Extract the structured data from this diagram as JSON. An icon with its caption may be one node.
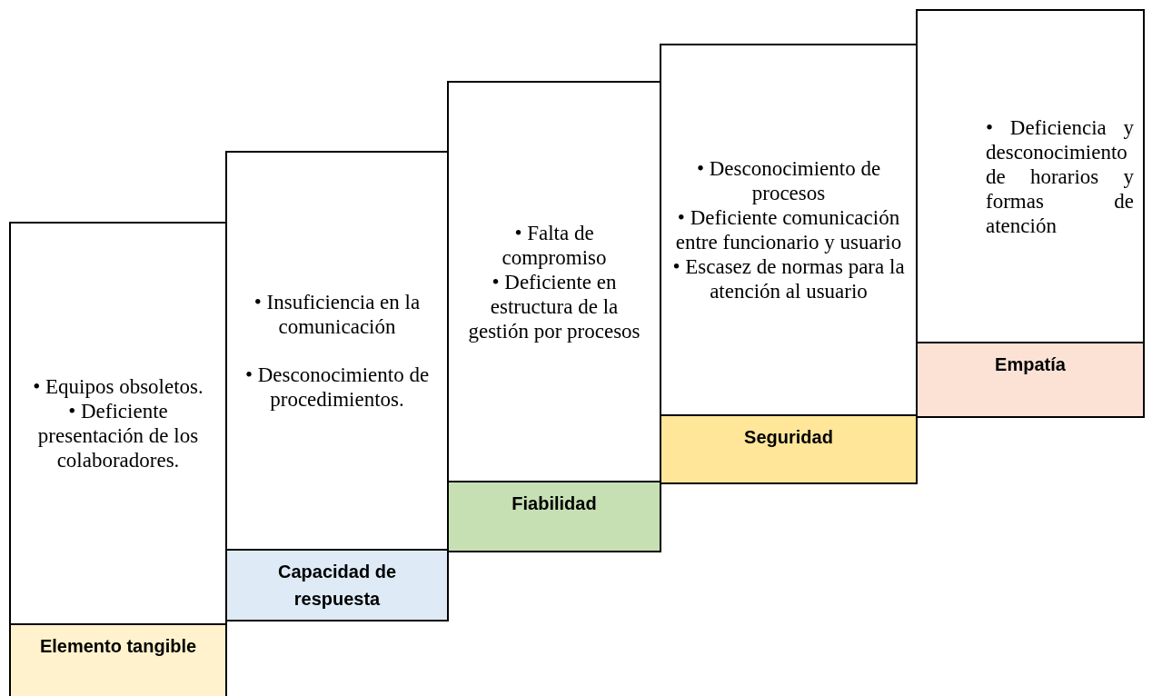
{
  "diagram": {
    "nodes": [
      {
        "text": [
          "• Equipos obsoletos.",
          "• Deficiente presentación de los colaboradores."
        ]
      },
      {
        "text": [
          "Elemento tangible"
        ],
        "in": 0
      },
      {
        "text": [
          "• Insuficiencia en la comunicación",
          "• Desconocimiento de procedimientos."
        ]
      },
      {
        "text": [
          "Capacidad de respuesta"
        ],
        "in": 2
      },
      {
        "text": [
          "• Falta de compromiso",
          "• Deficiente en estructura de la gestión por procesos"
        ]
      },
      {
        "text": [
          "Fiabilidad"
        ],
        "in": 4
      },
      {
        "text": [
          "• Desconocimiento de procesos",
          "• Deficiente comunicación entre funcionario y usuario",
          "• Escasez de normas para la atención al usuario"
        ]
      },
      {
        "text": [
          "Seguridad"
        ],
        "in": 6
      },
      {
        "text": [
          "• Deficiencia y desconocimiento de horarios y formas de atención"
        ]
      },
      {
        "text": [
          "Empatía"
        ],
        "in": 8
      }
    ],
    "edges": []
  }
}
